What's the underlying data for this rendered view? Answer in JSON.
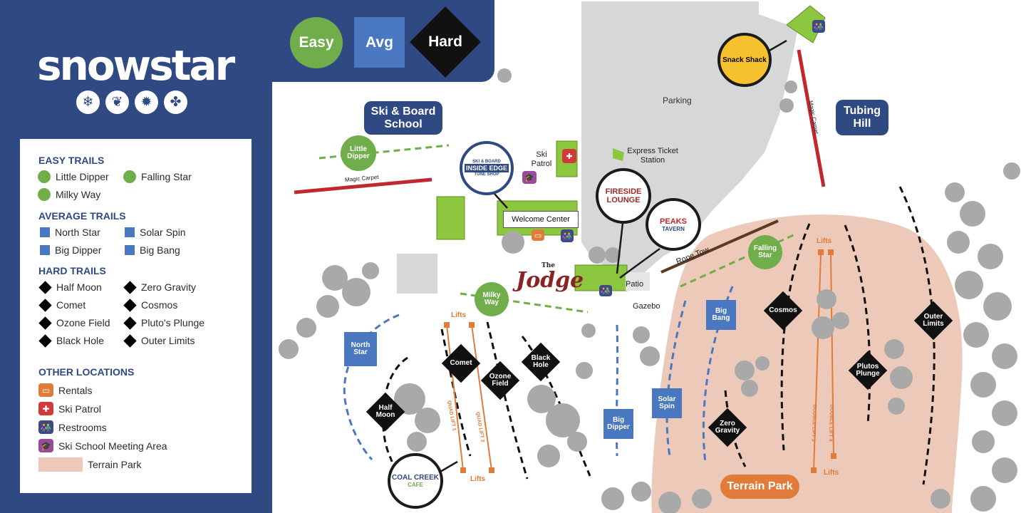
{
  "brand": {
    "name": "snowstar",
    "icons": [
      "snowflake-icon",
      "leaf-icon",
      "sun-icon",
      "maple-leaf-icon"
    ]
  },
  "difficulty": {
    "easy": "Easy",
    "avg": "Avg",
    "hard": "Hard"
  },
  "legend": {
    "easy_title": "EASY TRAILS",
    "easy": [
      "Little Dipper",
      "Falling Star",
      "Milky Way"
    ],
    "average_title": "AVERAGE TRAILS",
    "average": [
      "North Star",
      "Solar Spin",
      "Big Dipper",
      "Big Bang"
    ],
    "hard_title": "HARD TRAILS",
    "hard": [
      "Half Moon",
      "Zero Gravity",
      "Comet",
      "Cosmos",
      "Ozone Field",
      "Pluto's Plunge",
      "Black Hole",
      "Outer Limits"
    ],
    "other_title": "OTHER LOCATIONS",
    "other": [
      "Rentals",
      "Ski Patrol",
      "Restrooms",
      "Ski School Meeting Area",
      "Terrain Park"
    ]
  },
  "colors": {
    "navy": "#2f4a82",
    "easy": "#6fae4a",
    "average": "#4a78c0",
    "hard": "#111111",
    "lift": "#e07b39",
    "magic_carpet": "#c0282d",
    "terrain_park": "#ecc9b8",
    "rentals": "#e07b39",
    "ski_patrol": "#d23a3a",
    "restrooms": "#3a4a8c",
    "ski_school": "#9a4b9c"
  },
  "map": {
    "ski_board_school": "Ski & Board School",
    "tubing_hill": "Tubing Hill",
    "parking": "Parking",
    "express_ticket": "Express Ticket Station",
    "ski_patrol": "Ski Patrol",
    "welcome_center": "Welcome Center",
    "patio": "Patio",
    "gazebo": "Gazebo",
    "rope_tow": "Rope Tow",
    "magic_carpet": "Magic Carpet",
    "terrain_park": "Terrain Park",
    "lifts": "Lifts",
    "quad_lift_1": "QUAD LIFT 1",
    "quad_lift_2": "QUAD LIFT 2",
    "double_lift_3": "DOUBLE LIFT 3",
    "double_lift_4": "DOUBLE LIFT 4",
    "the": "The",
    "lodge": "Jodge",
    "venues": {
      "snack_shack": "Snack Shack",
      "inside_edge_top": "SKI & BOARD",
      "inside_edge": "INSIDE EDGE",
      "inside_edge_bottom": "TUNE SHOP",
      "fireside": "FIRESIDE",
      "lounge": "LOUNGE",
      "peaks": "PEAKS",
      "tavern": "TAVERN",
      "coal_creek": "COAL CREEK",
      "cafe": "CAFE"
    },
    "trails": {
      "little_dipper": "Little Dipper",
      "milky_way": "Milky Way",
      "falling_star": "Falling Star",
      "north_star": "North Star",
      "big_bang": "Big Bang",
      "solar_spin": "Solar Spin",
      "big_dipper": "Big Dipper",
      "comet": "Comet",
      "ozone_field": "Ozone Field",
      "black_hole": "Black Hole",
      "half_moon": "Half Moon",
      "zero_gravity": "Zero Gravity",
      "cosmos": "Cosmos",
      "plutos_plunge": "Plutos Plunge",
      "outer_limits": "Outer Limits"
    }
  }
}
